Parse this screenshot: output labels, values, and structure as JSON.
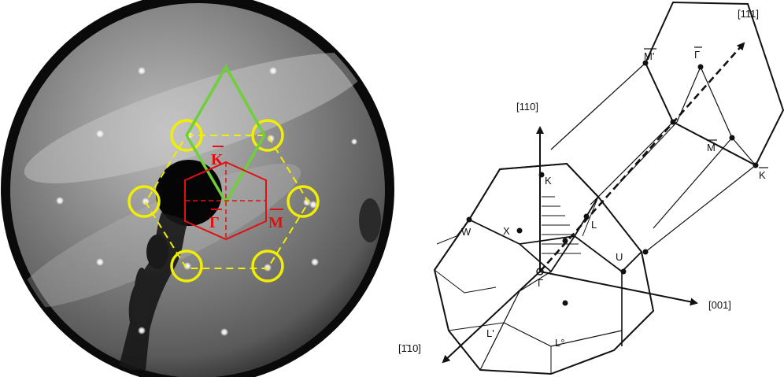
{
  "leed_panel": {
    "labels": {
      "k_bar": "K",
      "gamma_bar": "Γ",
      "m_bar": "M"
    },
    "colors": {
      "spot_circles": "#f2ee00",
      "reciprocal_cell": "#6fcf3a",
      "surface_bz": "#e01010",
      "hexagon_dashed": "#f2ee00"
    }
  },
  "bz_panel": {
    "axes": {
      "a111": "[111]",
      "a110": "[110]",
      "a001": "[001]",
      "a_110": "[1̄10]"
    },
    "surface_labels": {
      "m_prime": "M'",
      "gamma_bar": "Γ",
      "m_bar": "M",
      "k_bar": "K"
    },
    "bulk_labels": {
      "k": "K",
      "x": "X",
      "l": "L",
      "w": "W",
      "u": "U",
      "gamma": "Γ",
      "l_prime": "L'",
      "l_circ": "L°"
    }
  }
}
